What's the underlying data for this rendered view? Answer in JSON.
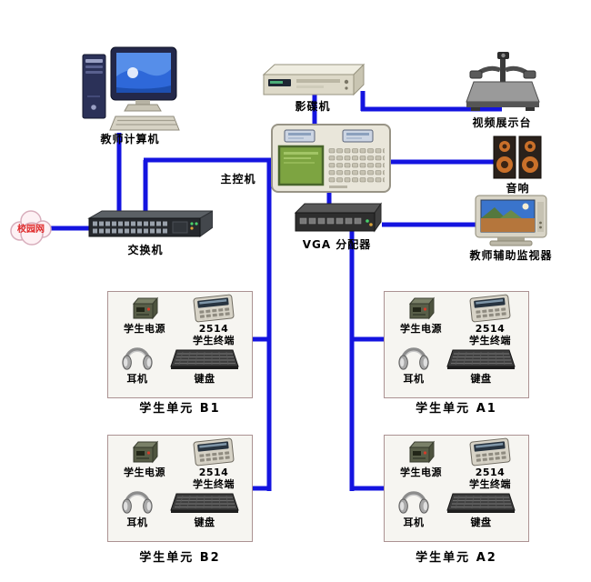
{
  "colors": {
    "cable": "#1414e0",
    "background": "#ffffff",
    "cloud_text": "#e02a2a",
    "label_text": "#000000"
  },
  "devices": {
    "teacher_computer": {
      "label": "教师计算机"
    },
    "dvd_player": {
      "label": "影碟机"
    },
    "video_presenter": {
      "label": "视频展示台"
    },
    "main_controller": {
      "label": "主控机"
    },
    "speakers": {
      "label": "音响"
    },
    "vga_splitter": {
      "label": "VGA 分配器"
    },
    "teacher_aux_monitor": {
      "label": "教师辅助监视器"
    },
    "network_switch": {
      "label": "交换机"
    },
    "campus_network": {
      "label": "校园网"
    }
  },
  "student_unit_common": {
    "power_label": "学生电源",
    "terminal_model": "2514",
    "terminal_label": "学生终端",
    "headphones_label": "耳机",
    "keyboard_label": "键盘"
  },
  "student_units": [
    {
      "title": "学生单元 B1"
    },
    {
      "title": "学生单元 A1"
    },
    {
      "title": "学生单元 B2"
    },
    {
      "title": "学生单元 A2"
    }
  ]
}
